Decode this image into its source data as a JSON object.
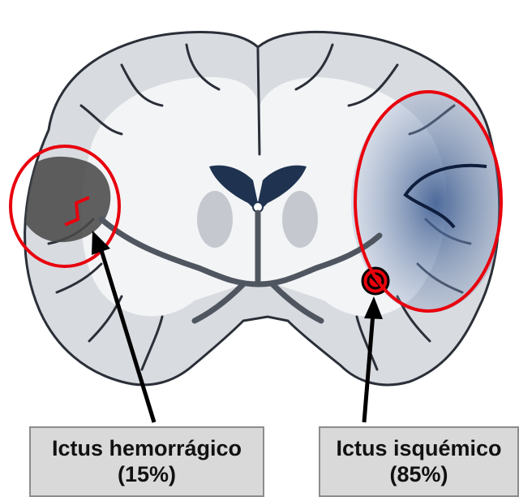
{
  "labels": {
    "hemorrhagic": {
      "title": "Ictus hemorrágico",
      "percent": "(15%)"
    },
    "ischemic": {
      "title": "Ictus isquémico",
      "percent": "(85%)"
    }
  },
  "colors": {
    "highlight_ring": "#e8000d",
    "arrow": "#000000",
    "box_fill": "#d9d9d9",
    "box_border": "#8c8c8c",
    "ischemic_tint": "#1e3a6e",
    "hemorrhage_tint": "#4a4a4a"
  },
  "icons": {
    "rupture": "zigzag-rupture-icon",
    "blockage": "prohibited-blockage-icon"
  }
}
